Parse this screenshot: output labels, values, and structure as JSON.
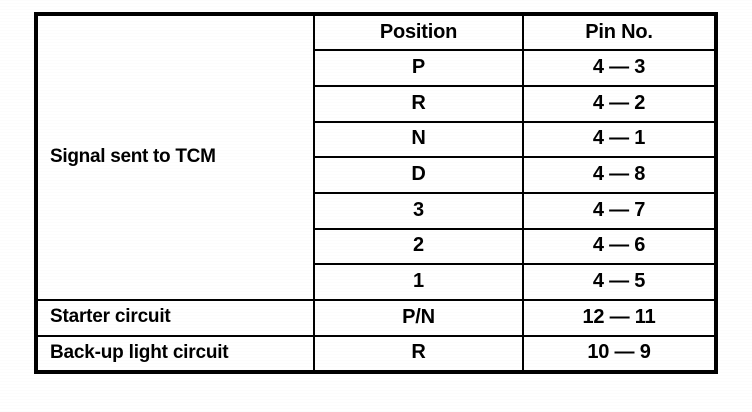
{
  "table": {
    "headers": {
      "description": "",
      "position": "Position",
      "pin_no": "Pin No."
    },
    "groups": [
      {
        "description": "Signal sent to TCM",
        "rows": [
          {
            "position": "P",
            "pin_no": "4 — 3"
          },
          {
            "position": "R",
            "pin_no": "4 — 2"
          },
          {
            "position": "N",
            "pin_no": "4 — 1"
          },
          {
            "position": "D",
            "pin_no": "4 — 8"
          },
          {
            "position": "3",
            "pin_no": "4 — 7"
          },
          {
            "position": "2",
            "pin_no": "4 — 6"
          },
          {
            "position": "1",
            "pin_no": "4 — 5"
          }
        ]
      }
    ],
    "single_rows": [
      {
        "description": "Starter circuit",
        "position": "P/N",
        "pin_no": "12 — 11"
      },
      {
        "description": "Back-up light circuit",
        "position": "R",
        "pin_no": "10 — 9"
      }
    ]
  },
  "colors": {
    "border": "#000000",
    "text": "#000000",
    "background": "#ffffff"
  }
}
